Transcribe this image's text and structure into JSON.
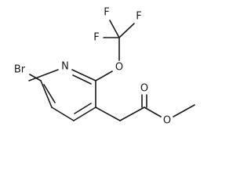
{
  "molecule": {
    "atoms": {
      "bromine": "Br",
      "ring_nitrogen": "N",
      "ether_oxygen": "O",
      "fluorine_top_left": "F",
      "fluorine_top_right": "F",
      "fluorine_left": "F",
      "carbonyl_oxygen": "O",
      "ester_oxygen": "O"
    },
    "colors": {
      "bond": "#1a1a1a",
      "label": "#1a1a1a",
      "background": "#ffffff"
    }
  }
}
